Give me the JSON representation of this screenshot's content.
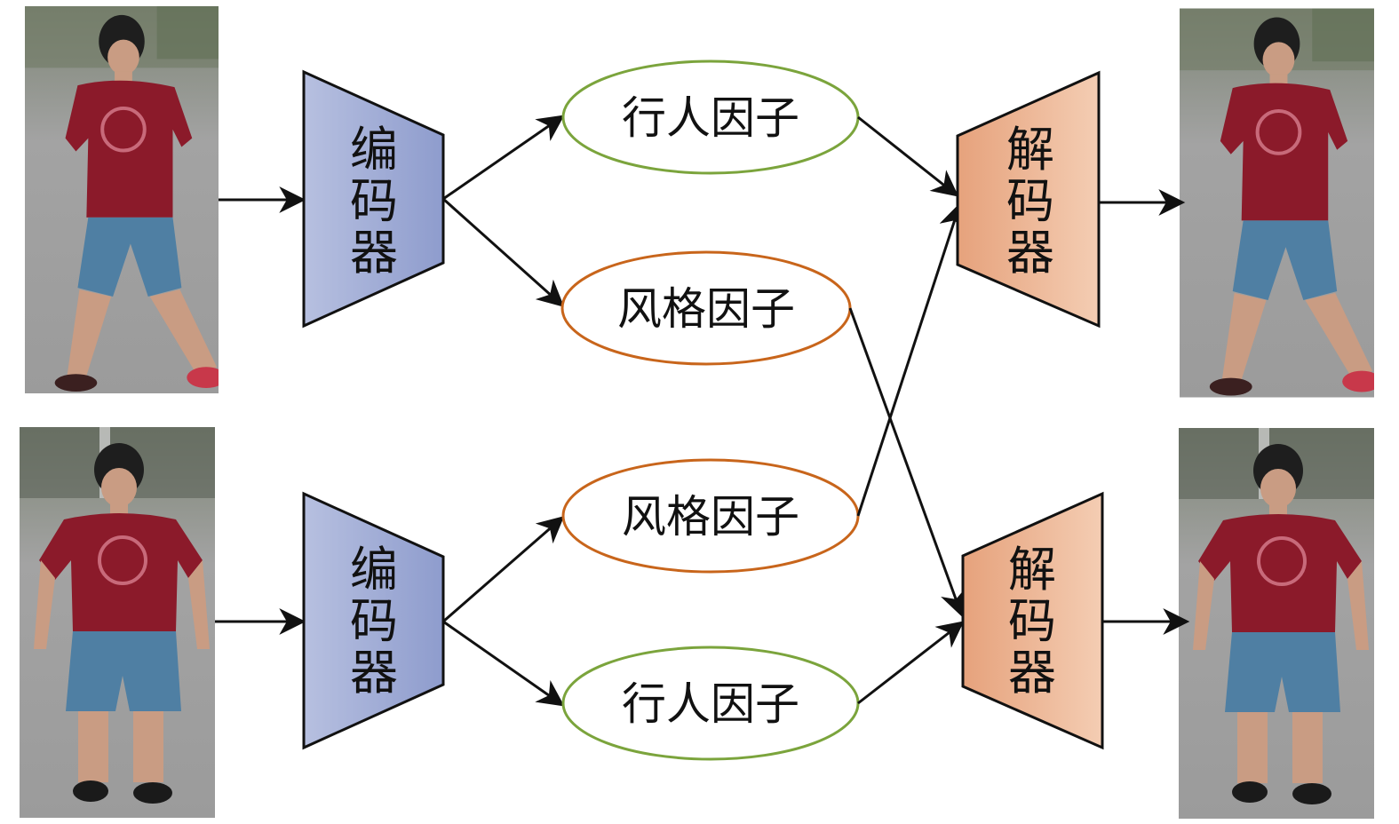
{
  "colors": {
    "encoder_fill_top": "#b7c0e0",
    "encoder_fill_bottom": "#8e9ccd",
    "decoder_fill_top": "#f4cdb3",
    "decoder_fill_bottom": "#e6a27c",
    "person_factor_border": "#7ba43c",
    "style_factor_border": "#c8651b",
    "arrow": "#111111",
    "photo_background": "#9a9a9a",
    "shirt": "#8b1a2a",
    "shorts": "#4f7fa3",
    "skin": "#c99c83",
    "hair": "#1e1e1e"
  },
  "images": {
    "input_top": "pedestrian-photo",
    "input_bottom": "pedestrian-photo",
    "output_top": "pedestrian-photo",
    "output_bottom": "pedestrian-photo"
  },
  "encoders": [
    {
      "label": "编码器"
    },
    {
      "label": "编码器"
    }
  ],
  "decoders": [
    {
      "label": "解码器"
    },
    {
      "label": "解码器"
    }
  ],
  "factors": {
    "top_person": "行人因子",
    "top_style": "风格因子",
    "bottom_style": "风格因子",
    "bottom_person": "行人因子"
  }
}
